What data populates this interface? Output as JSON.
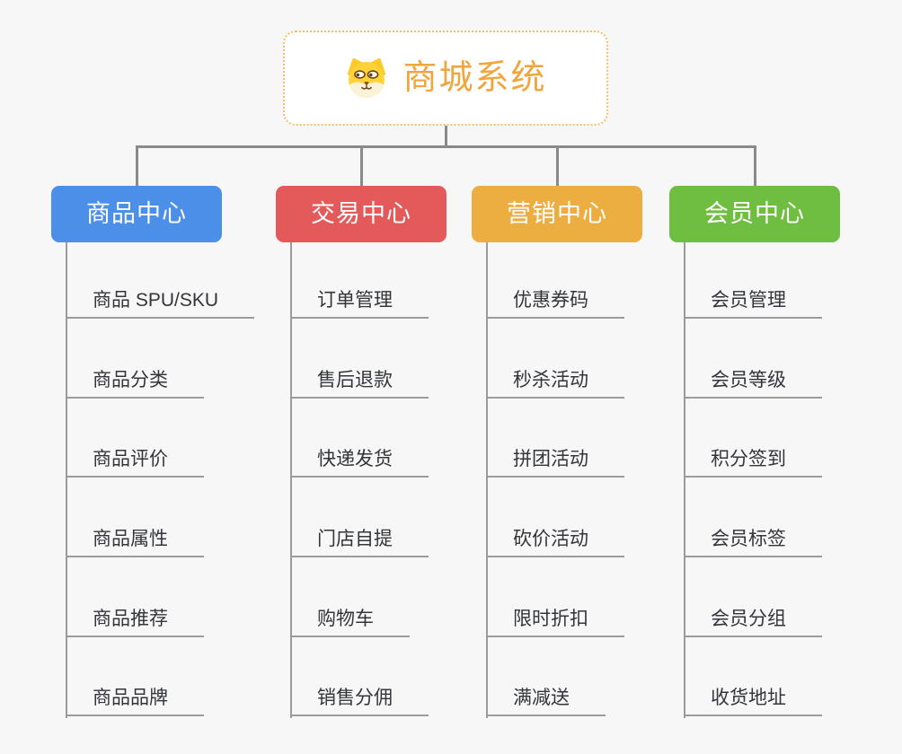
{
  "root": {
    "title": "商城系统",
    "icon": "dog-face-icon"
  },
  "branches": [
    {
      "label": "商品中心",
      "color": "#4b8fe8",
      "children": [
        "商品 SPU/SKU",
        "商品分类",
        "商品评价",
        "商品属性",
        "商品推荐",
        "商品品牌"
      ]
    },
    {
      "label": "交易中心",
      "color": "#e45a5a",
      "children": [
        "订单管理",
        "售后退款",
        "快递发货",
        "门店自提",
        "购物车",
        "销售分佣"
      ]
    },
    {
      "label": "营销中心",
      "color": "#edae41",
      "children": [
        "优惠券码",
        "秒杀活动",
        "拼团活动",
        "砍价活动",
        "限时折扣",
        "满减送"
      ]
    },
    {
      "label": "会员中心",
      "color": "#70be41",
      "children": [
        "会员管理",
        "会员等级",
        "积分签到",
        "会员标签",
        "会员分组",
        "收货地址"
      ]
    }
  ],
  "colors": {
    "canvas_bg": "#f7f7f7",
    "root_accent": "#f0a63c",
    "root_border": "#f5be66",
    "connector": "#8a8a8a",
    "underline": "#9b9b9b",
    "leaf_text": "#33353a"
  }
}
